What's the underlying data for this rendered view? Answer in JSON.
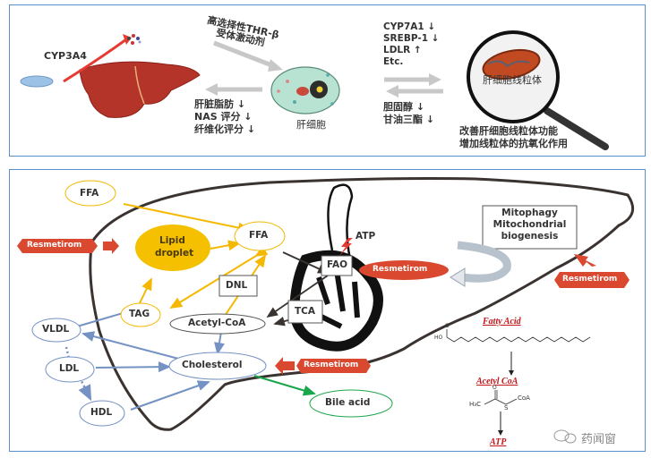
{
  "top_panel": {
    "drug_label": "CYP3A4",
    "agonist_label_line1": "高选择性THR-β",
    "agonist_label_line2": "受体激动剂",
    "liver_effects": [
      "肝脏脂肪 ↓",
      "NAS 评分 ↓",
      "纤维化评分 ↓"
    ],
    "hepatocyte_label": "肝细胞",
    "gene_effects": [
      "CYP7A1 ↓",
      "SREBP-1 ↓",
      "LDLR ↑",
      "Etc."
    ],
    "lipid_effects": [
      "胆固醇 ↓",
      "甘油三酯 ↓"
    ],
    "mitochondria_label": "肝细胞线粒体",
    "mito_effects": [
      "改善肝细胞线粒体功能",
      "增加线粒体的抗氧化作用"
    ]
  },
  "bottom_panel": {
    "nodes": {
      "ffa_outer": "FFA",
      "ffa_inner": "FFA",
      "lipid_droplet_line1": "Lipid",
      "lipid_droplet_line2": "droplet",
      "tag": "TAG",
      "dnl": "DNL",
      "acetyl_coa": "Acetyl-CoA",
      "fao": "FAO",
      "tca": "TCA",
      "atp": "ATP",
      "vldl": "VLDL",
      "ldl": "LDL",
      "hdl": "HDL",
      "cholesterol": "Cholesterol",
      "bile_acid": "Bile acid",
      "mitophagy_line1": "Mitophagy",
      "mitophagy_line2": "Mitochondrial",
      "mitophagy_line3": "biogenesis"
    },
    "drug_badges": [
      "Resmetirom",
      "Resmetirom",
      "Resmetirom",
      "Resmetirom"
    ],
    "pathway": {
      "fatty_acid": "Fatty Acid",
      "acetyl_coa": "Acetyl CoA",
      "atp": "ATP",
      "hooh_label": "HO",
      "h3c_label": "H₃C",
      "s_label": "S",
      "coa_label": "CoA",
      "o_label": "O"
    },
    "watermark": "药闻窗"
  },
  "colors": {
    "border": "#5b8fd0",
    "yellow": "#f5b800",
    "blue": "#7592c4",
    "green": "#1aa64a",
    "red": "#d9482f",
    "dark": "#3a3330",
    "pathway_red": "#c0161b"
  }
}
